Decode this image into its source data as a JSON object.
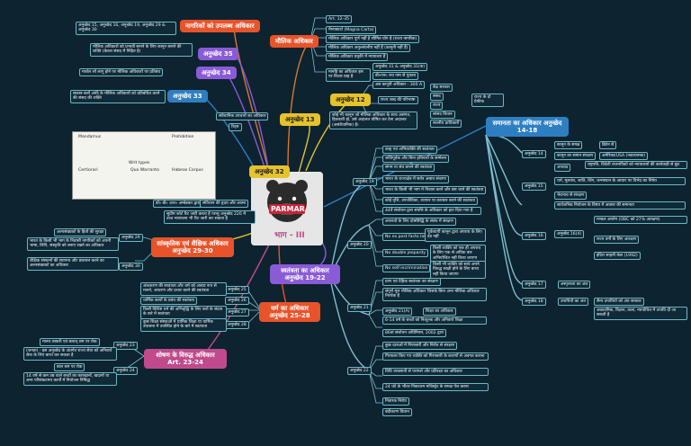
{
  "center": {
    "brand": "PARMAR",
    "subtitle": "भाग - III"
  },
  "branches": {
    "fundamental": {
      "label": "मौलिक अधिकार",
      "items": [
        "Art. 12-35",
        "मैग्नाकार्टा (Magna Carta)",
        "मौलिक अधिकार पूर्ण नहीं है सीमित योग है (राज्य नागरिक)",
        "मौलिक अधिकार अनुल्लंघनीय नहीं हैं (कानूनी नहीं हैं)",
        "मौलिक अधिकार प्रकृति में न्यायालय हैं",
        "मानहि का अधिकार इस पर विचार ग्राह है"
      ],
      "sub": [
        "अनुच्छेद 31 & अनुच्छेद 31(क)",
        "बी०एन० राव नाम से पुकारा",
        "अब कानूनी अधिकार - 300 A"
      ]
    },
    "art13": {
      "label": "अनुच्छेद 13",
      "text": "कोई भी कानून जो मौलिक अधिकार के साथ असंगत, हितकारी हो, उसे अदालत घोषित कर देना अदालत (असंवैधानिक) है।"
    },
    "art12": {
      "label": "अनुच्छेद 12",
      "items": [
        "राज्य शब्द की परिभाषा",
        "केंद्र सरकार",
        "संसद",
        "राज्य",
        "सांसद विधान",
        "स्थानीय प्राधिकारी"
      ],
      "note": "राज्य के दो प्रेफीक"
    },
    "citizens": {
      "label": "नागरिकों को उपलब्ध अधिकार",
      "text": "अनुच्छेद 15, अनुच्छेद 16, अनुच्छेद 19, अनुच्छेद 29 & अनुच्छेद 30"
    },
    "art35": {
      "label": "अनुच्छेद 35",
      "text": "मौलिक अधिकारों को प्रभावी बनाने के लिए कानून बनाने की शक्ति (केवल संसद में निहित है)"
    },
    "art34": {
      "label": "अनुच्छेद 34",
      "text": "मार्शल लॉ लागू होने पर मौलिक अधिकारों पर प्रतिबंध"
    },
    "art33": {
      "label": "अनुच्छेद 33",
      "text": "सशस्त्र बलों आदि के मौलिक अधिकारों को प्रतिबंधित करने की संसद की शक्ति"
    },
    "art32": {
      "label": "अनुच्छेद 32",
      "items": [
        "संवैधानिक उपचारों का अधिकार",
        "रिट्स",
        "डॉ० बी० आर० अम्बेडकर द्वारा",
        "संविधान की हृदय और आत्मा",
        "सुप्रीम कोर्ट रिट जारी करता है परन्तु अनुच्छेद 226 में उच्च न्यायालय भी रिट जारी कर सकता है"
      ],
      "table": [
        "Writ types",
        "Mandamus",
        "Prohibition",
        "Certiorari",
        "Quo Warranto",
        "Habeas Corpus"
      ]
    },
    "cultural": {
      "label": "सांस्कृतिक एवं शैक्षिक अधिकार अनुच्छेद 29-30",
      "items": [
        "अनुच्छेद 29",
        "अल्पसंख्यकों के हितों की सुरक्षा",
        "भारत के किसी भी भाग के निवासी नागरिकों को अपनी भाषा, लिपि, संस्कृति को बनाए रखने का अधिकार",
        "अनुच्छेद 30",
        "शैक्षिक संस्थानों की स्थापना और प्रशासन करने का अल्पसंख्यकों का अधिकार"
      ]
    },
    "religion": {
      "label": "धर्म का अधिकार अनुच्छेद 25-28",
      "items": [
        "अनुच्छेद 25",
        "अंतःकरण की स्वतंत्रता और धर्म को अबाध रूप से मानने, आचरण और प्रचार करने की स्वतंत्रता",
        "अनुच्छेद 26",
        "धार्मिक कार्यों के प्रबंध की स्वतंत्रता",
        "अनुच्छेद 27",
        "किसी विशिष्ट धर्म की अभिवृद्धि के लिए करों के संदाय के बारे में स्वतंत्रता",
        "अनुच्छेद 28",
        "कुछ शिक्षा संस्थाओं में धार्मिक शिक्षा या धार्मिक उपासना में उपस्थित होने के बारे में स्वतंत्रता"
      ]
    },
    "exploitation": {
      "label": "शोषण के विरुद्ध अधिकार Art. 23-24",
      "items": [
        "अनुच्छेद 23",
        "मानव तस्करी एवं बलात् श्रम पर रोक",
        "(जनता) - इस अनुच्छेद के अंतर्गत राज्य सेवा को अनिवार्य सेवा के लिए बाध्य कर सकता है",
        "अनुच्छेद 24",
        "बाल श्रम पर रोक",
        "14 वर्ष से कम उम्र वाले बच्चों का कारखानों, खदानों या अन्य परिसंकटमय कार्यों में नियोजन निषिद्ध"
      ]
    },
    "equality": {
      "label": "समानता का अधिकार अनुच्छेद 14-18",
      "art14": [
        "अनुच्छेद 14",
        "कानून के समक्ष",
        "ब्रिटेन से",
        "कानून का समान संरक्षण",
        "अमेरिका/USA (नकारात्मक)",
        "अपवाद",
        "राष्ट्रपति, विदेशी राजनयिकों को न्यायालयों की कार्यवाही से छूट"
      ],
      "art15": [
        "अनुच्छेद 15",
        "धर्म, मूलवंश, जाति, लिंग, जन्मस्थान के आधार पर विभेद का निषेध",
        "भेदभाव से संरक्षण"
      ],
      "art16": [
        "अनुच्छेद 16",
        "सार्वजनिक नियोजन के विषय में अवसर की समानता",
        "मण्डल आयोग (OBC को 27% आरक्षण)",
        "अनुच्छेद 16(4)",
        "राज्य वर्गों के लिए आरक्षण",
        "इंदिरा साहनी केस (1992)"
      ],
      "art17": [
        "अनुच्छेद 17",
        "अस्पृश्यता का अंत"
      ],
      "art18": [
        "अनुच्छेद 18",
        "उपाधियों का अंत",
        "सैन्य उपाधियों को अंत सरकार",
        "अकादमिक, विज्ञान, कला, न्यायोचित में उपाधि दी जा सकती है"
      ]
    },
    "freedom": {
      "label": "स्वतंत्रता का अधिकार अनुच्छेद 19-22",
      "art19": [
        "अनुच्छेद 19",
        "वाक् एवं अभिव्यक्ति की स्वतंत्रता",
        "शांतिपूर्वक और बिना हथियारों के सम्मेलन",
        "संगम या संघ बनाने की स्वतंत्रता",
        "भारत के राज्यक्षेत्र में सर्वत्र अबाध संचरण",
        "भारत के किसी भी भाग में निवास करने और बस जाने की स्वतंत्रता",
        "कोई वृत्ति, उपजीविका, व्यापार या कारबार करने की स्वतंत्रता",
        "44वें संशोधन द्वारा संपत्ति के अधिकार को हटा दिया गया है"
      ],
      "art20": [
        "अनुच्छेद 20",
        "अपराधों के लिए दोषसिद्धि के संबंध में संरक्षण",
        "No ex post facto law",
        "No double jeopardy",
        "No self incrimination",
        "पूर्वव्यापी कानून द्वारा अपराध के लिए दंड नहीं",
        "किसी व्यक्ति को एक ही अपराध के लिए एक से अधिक बार अभियोजित नहीं किया जाएगा",
        "किसी भी व्यक्ति को स्वयं अपने विरुद्ध साक्षी होने के लिए बाध्य नहीं किया जाएगा"
      ],
      "art21": [
        "अनुच्छेद 21",
        "प्राण एवं दैहिक स्वतंत्रता का संरक्षण",
        "संपूर्ण मूल मौलिक अधिकार जिसके बिना अन्य मौलिक अधिकार निरर्थक हैं",
        "अनुच्छेद 21(A)",
        "शिक्षा का अधिकार",
        "6-14 वर्ष के बच्चों को निःशुल्क और अनिवार्य शिक्षा",
        "86वां संशोधन अधिनियम, 2002 द्वारा"
      ],
      "art22": [
        "अनुच्छेद 22",
        "कुछ दशाओं में गिरफ्तारी और निरोध से संरक्षण",
        "गिरफ्तार किए गए व्यक्ति को गिरफ्तारी के कारणों से अवगत कराना",
        "विधि व्यवसायी से परामर्श और प्रतिरक्षा का अधिकार",
        "24 घंटे के भीतर निकटतम मजिस्ट्रेट के समक्ष पेश करना",
        "निवारक निरोध",
        "बंदीकरण विधान"
      ]
    }
  }
}
